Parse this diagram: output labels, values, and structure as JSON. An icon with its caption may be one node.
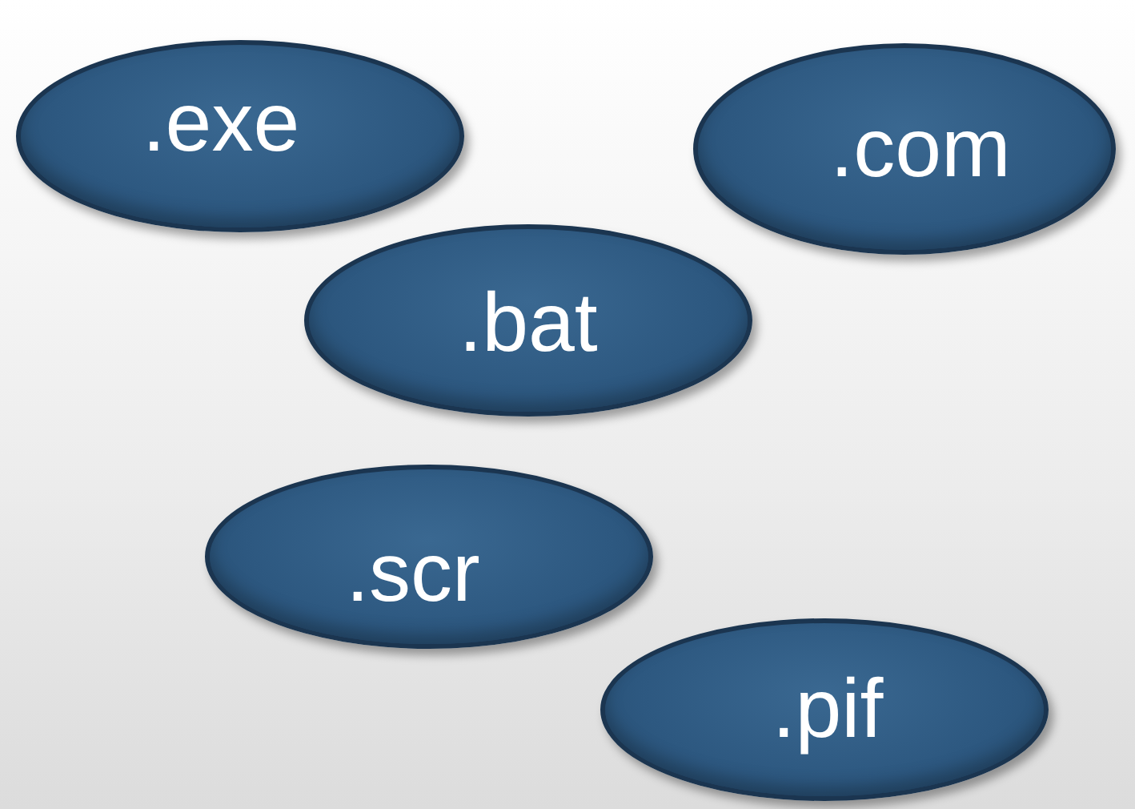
{
  "diagram": {
    "nodes": [
      {
        "text": [
          ".exe"
        ]
      },
      {
        "text": [
          ".com"
        ]
      },
      {
        "text": [
          ".bat"
        ]
      },
      {
        "text": [
          ".scr"
        ]
      },
      {
        "text": [
          ".pif"
        ]
      }
    ]
  }
}
